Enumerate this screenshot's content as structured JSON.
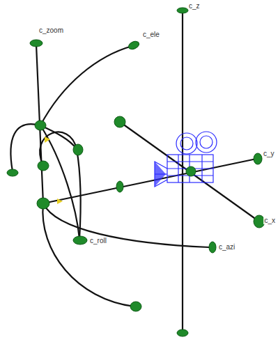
{
  "diagram": {
    "labels": [
      "c_zoom",
      "c_ele",
      "c_z",
      "c_y",
      "c_x",
      "c_roll",
      "c_azi"
    ]
  }
}
